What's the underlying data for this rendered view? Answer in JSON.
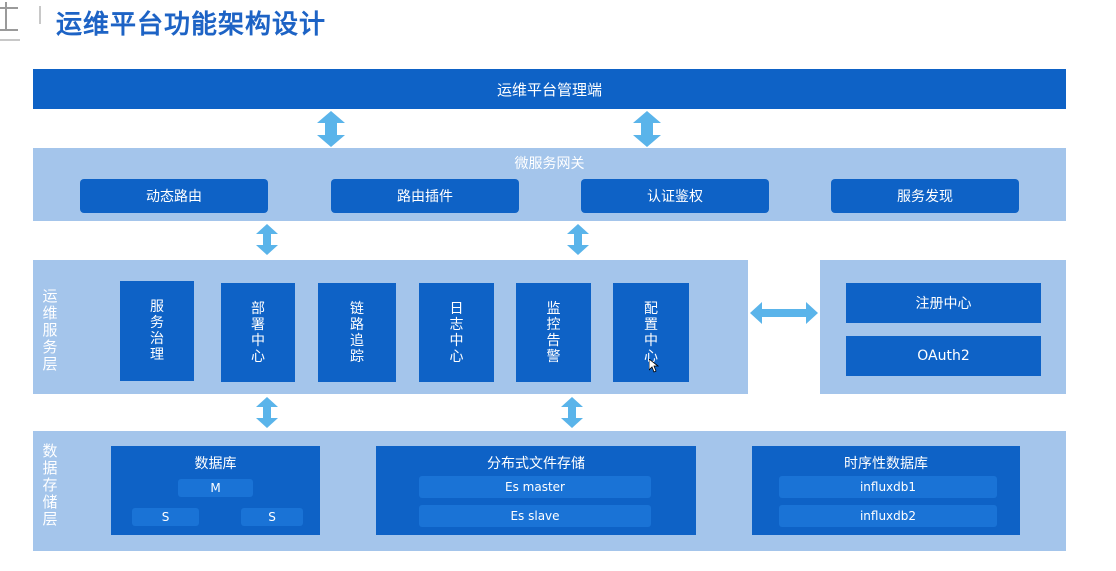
{
  "title": "运维平台功能架构设计",
  "colors": {
    "primary": "#0e62c6",
    "band": "#a4c5eb",
    "arrow": "#5ab4ea",
    "title": "#1d63c5"
  },
  "top": {
    "label": "运维平台管理端"
  },
  "gateway": {
    "label": "微服务网关",
    "items": [
      "动态路由",
      "路由插件",
      "认证鉴权",
      "服务发现"
    ]
  },
  "ops": {
    "label": "运维服务层",
    "services": [
      "服务治理",
      "部署中心",
      "链路追踪",
      "日志中心",
      "监控告警",
      "配置中心"
    ],
    "side": [
      "注册中心",
      "OAuth2"
    ]
  },
  "storage": {
    "label": "数据存储层",
    "database": {
      "title": "数据库",
      "master": "M",
      "slave1": "S",
      "slave2": "S"
    },
    "dfs": {
      "title": "分布式文件存储",
      "items": [
        "Es master",
        "Es slave"
      ]
    },
    "tsdb": {
      "title": "时序性数据库",
      "items": [
        "influxdb1",
        "influxdb2"
      ]
    }
  }
}
